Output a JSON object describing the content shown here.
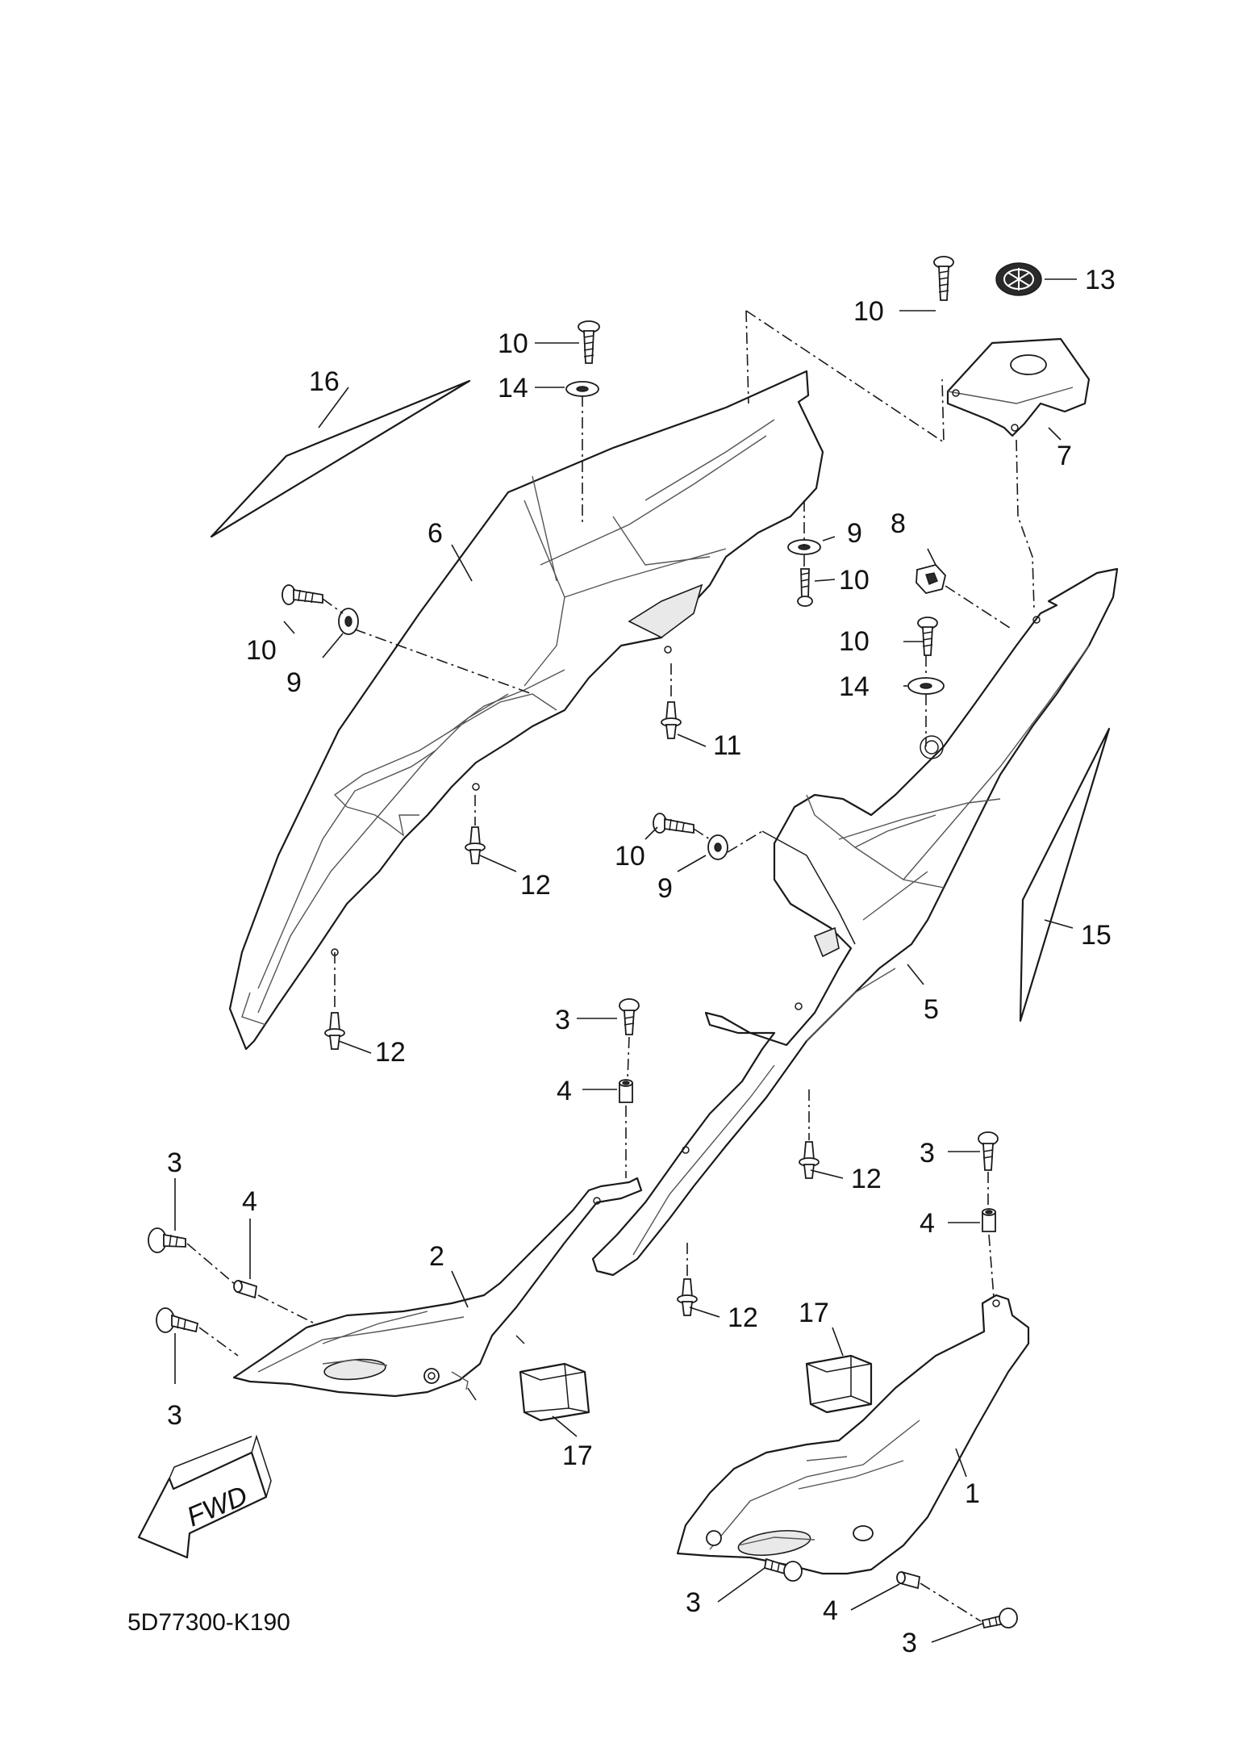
{
  "drawing_code": "5D77300-K190",
  "fwd_label": "FWD",
  "callouts": {
    "c1": "1",
    "c2": "2",
    "c3a": "3",
    "c3b": "3",
    "c3c": "3",
    "c3d": "3",
    "c3e": "3",
    "c3f": "3",
    "c4a": "4",
    "c4b": "4",
    "c4c": "4",
    "c4d": "4",
    "c5": "5",
    "c6": "6",
    "c7": "7",
    "c8": "8",
    "c9a": "9",
    "c9b": "9",
    "c9c": "9",
    "c10a": "10",
    "c10b": "10",
    "c10c": "10",
    "c10d": "10",
    "c10e": "10",
    "c10f": "10",
    "c11": "11",
    "c12a": "12",
    "c12b": "12",
    "c12c": "12",
    "c12d": "12",
    "c13": "13",
    "c14a": "14",
    "c14b": "14",
    "c15": "15",
    "c16": "16",
    "c17a": "17",
    "c17b": "17"
  }
}
